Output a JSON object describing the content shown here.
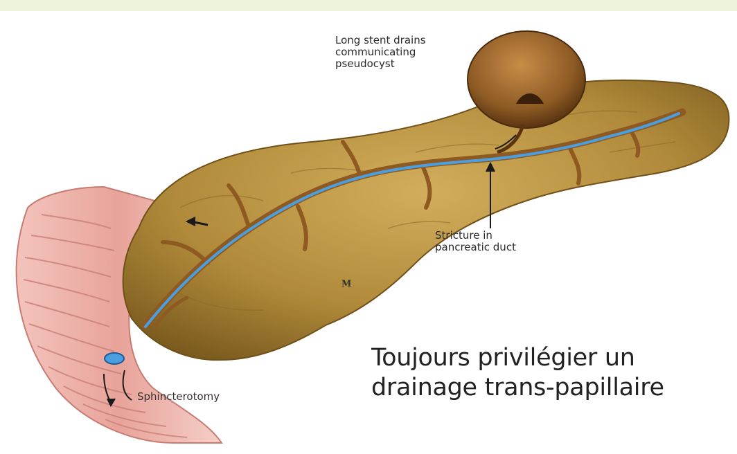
{
  "labels": {
    "pseudocyst": [
      "Long stent drains",
      "communicating",
      "pseudocyst"
    ],
    "stricture": [
      "Stricture in",
      "pancreatic duct"
    ],
    "sphincterotomy": "Sphincterotomy"
  },
  "caption": {
    "line1": "Toujours privilégier un",
    "line2": "drainage trans-papillaire"
  },
  "artist_mark": "M",
  "colors": {
    "accent_band": "#eef3dc",
    "pancreas": "#b08a3a",
    "duct": "#8e5a22",
    "stent": "#4a9fe0",
    "duodenum": "#e8a39a",
    "pseudocyst": "#8c5a24"
  }
}
